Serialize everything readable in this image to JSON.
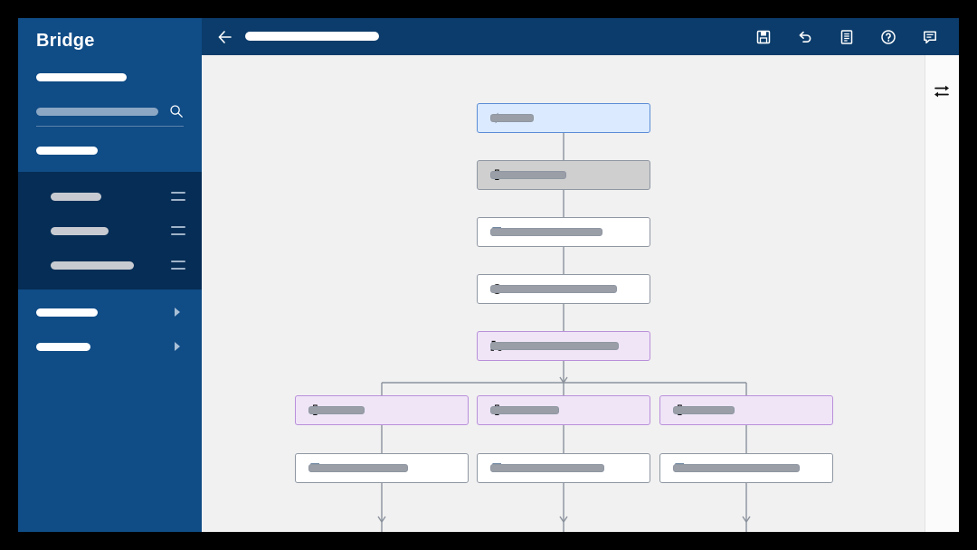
{
  "app": {
    "brand": "Bridge",
    "colors": {
      "sidebar_bg": "#104c86",
      "sidebar_group_bg": "#062d55",
      "topbar_bg": "#0b3c6b",
      "canvas_bg": "#f1f1f1",
      "trigger_node_bg": "#dbeafe",
      "trigger_node_border": "#5b8dd6",
      "branch_node_bg": "#efe5f7",
      "branch_node_border": "#b98fda",
      "grey_node_bg": "#cfcfcf",
      "edge": "#8b929d"
    }
  },
  "sidebar": {
    "brand": "Bridge",
    "account_label_redacted": true,
    "search": {
      "placeholder": "",
      "value": "",
      "icon": "search-icon"
    },
    "section_label_redacted": true,
    "items": [
      {
        "label": "",
        "handle_icon": "drag-handle-icon"
      },
      {
        "label": "",
        "handle_icon": "drag-handle-icon"
      },
      {
        "label": "",
        "handle_icon": "drag-handle-icon"
      }
    ],
    "expandable": [
      {
        "label": "",
        "caret_icon": "caret-right-icon"
      },
      {
        "label": "",
        "caret_icon": "caret-right-icon"
      }
    ]
  },
  "topbar": {
    "back_icon": "arrow-left-icon",
    "title": "",
    "tools": [
      {
        "name": "save-icon",
        "label": ""
      },
      {
        "name": "undo-icon",
        "label": ""
      },
      {
        "name": "document-icon",
        "label": ""
      },
      {
        "name": "help-icon",
        "label": ""
      },
      {
        "name": "comment-icon",
        "label": ""
      }
    ]
  },
  "rightpanel": {
    "toggle_icon": "swap-arrows-icon"
  },
  "flow": {
    "nodes": [
      {
        "id": "n1",
        "icon": "lightning-bolt-icon",
        "style": "trigger",
        "label": "",
        "label_width": 48
      },
      {
        "id": "n2",
        "icon": "person-icon",
        "style": "grey",
        "label": "",
        "label_width": 84
      },
      {
        "id": "n3",
        "icon": "approval-check-icon",
        "style": "plain",
        "label": "",
        "label_width": 124
      },
      {
        "id": "n4",
        "icon": "play-circle-icon",
        "style": "plain",
        "label": "",
        "label_width": 140
      },
      {
        "id": "n5",
        "icon": "branch-hierarchy-icon",
        "style": "purple",
        "label": "",
        "label_width": 142
      },
      {
        "id": "b1",
        "icon": "person-icon",
        "style": "purple",
        "label": "",
        "label_width": 62
      },
      {
        "id": "b2",
        "icon": "person-icon",
        "style": "purple",
        "label": "",
        "label_width": 76
      },
      {
        "id": "b3",
        "icon": "person-icon",
        "style": "purple",
        "label": "",
        "label_width": 68
      },
      {
        "id": "c1",
        "icon": "approval-check-icon",
        "style": "plain",
        "label": "",
        "label_width": 110
      },
      {
        "id": "c2",
        "icon": "approval-check-icon",
        "style": "plain",
        "label": "",
        "label_width": 126
      },
      {
        "id": "c3",
        "icon": "approval-check-icon",
        "style": "plain",
        "label": "",
        "label_width": 140
      }
    ]
  }
}
